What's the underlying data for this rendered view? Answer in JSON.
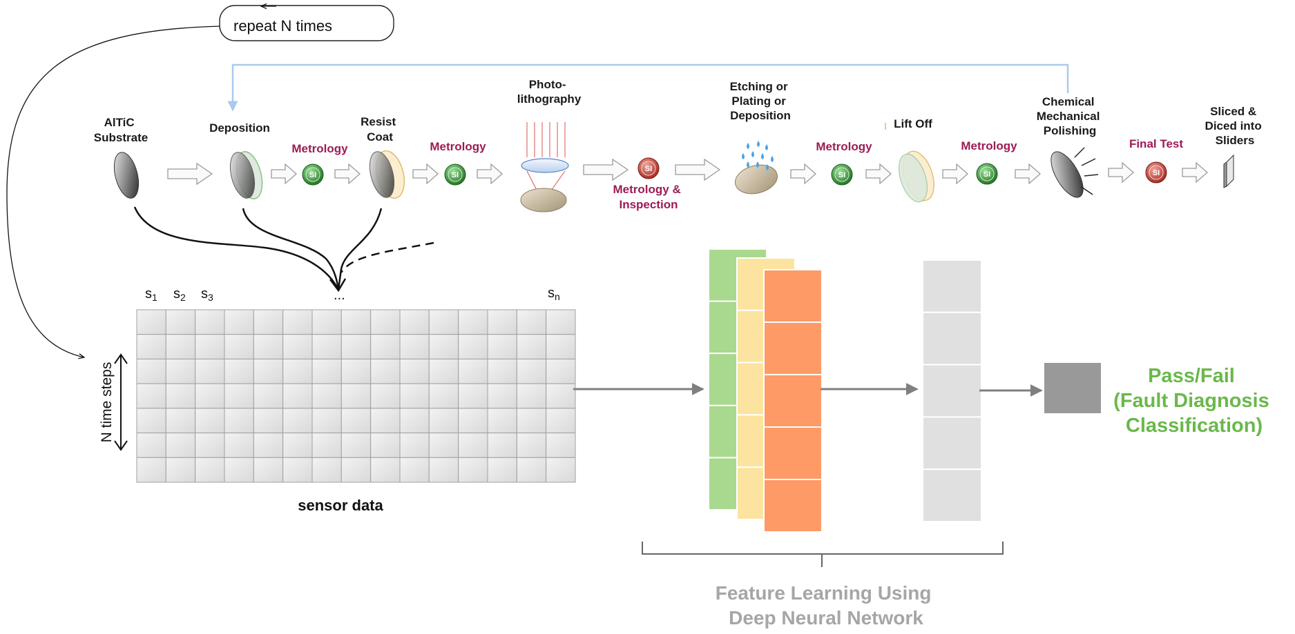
{
  "repeat_label": "repeat N times",
  "process_steps": [
    {
      "id": "altic",
      "lines": [
        "AlTiC",
        "Substrate"
      ]
    },
    {
      "id": "deposition",
      "lines": [
        "Deposition"
      ]
    },
    {
      "id": "metrology1",
      "lines": [
        "Metrology"
      ]
    },
    {
      "id": "resist",
      "lines": [
        "Resist",
        "Coat"
      ]
    },
    {
      "id": "metrology2",
      "lines": [
        "Metrology"
      ]
    },
    {
      "id": "photo",
      "lines": [
        "Photo-",
        "lithography"
      ]
    },
    {
      "id": "metro_insp",
      "lines": [
        "Metrology &",
        "Inspection"
      ]
    },
    {
      "id": "etching",
      "lines": [
        "Etching or",
        "Plating or",
        "Deposition"
      ]
    },
    {
      "id": "metrology3",
      "lines": [
        "Metrology"
      ]
    },
    {
      "id": "liftoff",
      "lines": [
        "Lift Off"
      ]
    },
    {
      "id": "metrology4",
      "lines": [
        "Metrology"
      ]
    },
    {
      "id": "cmp",
      "lines": [
        "Chemical",
        "Mechanical",
        "Polishing"
      ]
    },
    {
      "id": "finaltest",
      "lines": [
        "Final Test"
      ]
    },
    {
      "id": "sliced",
      "lines": [
        "Sliced &",
        "Diced into",
        "Sliders"
      ]
    }
  ],
  "sensor_badge": "SI",
  "sensor_grid": {
    "columns": 15,
    "rows": 7
  },
  "sensor_labels": {
    "s": "s",
    "sub1": "1",
    "sub2": "2",
    "sub3": "3",
    "subn": "n",
    "ellipsis": "..."
  },
  "time_axis_label": "N time steps",
  "sensor_data_label": "sensor data",
  "feature_label_lines": [
    "Feature Learning Using",
    "Deep Neural Network"
  ],
  "output_label_lines": [
    "Pass/Fail",
    "(Fault Diagnosis",
    "Classification)"
  ],
  "colors": {
    "metrology_text": "#9c1b55",
    "pass_text": "#6ab84a",
    "feature_text": "#a6a6a6",
    "layer_green": "#a9d88f",
    "layer_yellow": "#fce4a0",
    "layer_orange": "#fe9a66",
    "layer_gray": "#e0e0e0",
    "output_box": "#999999",
    "feedback_line": "#a9c9ee",
    "grid_cell": "#e4e4e4",
    "si_green": "#2e8b2e",
    "si_red": "#c0392b"
  }
}
